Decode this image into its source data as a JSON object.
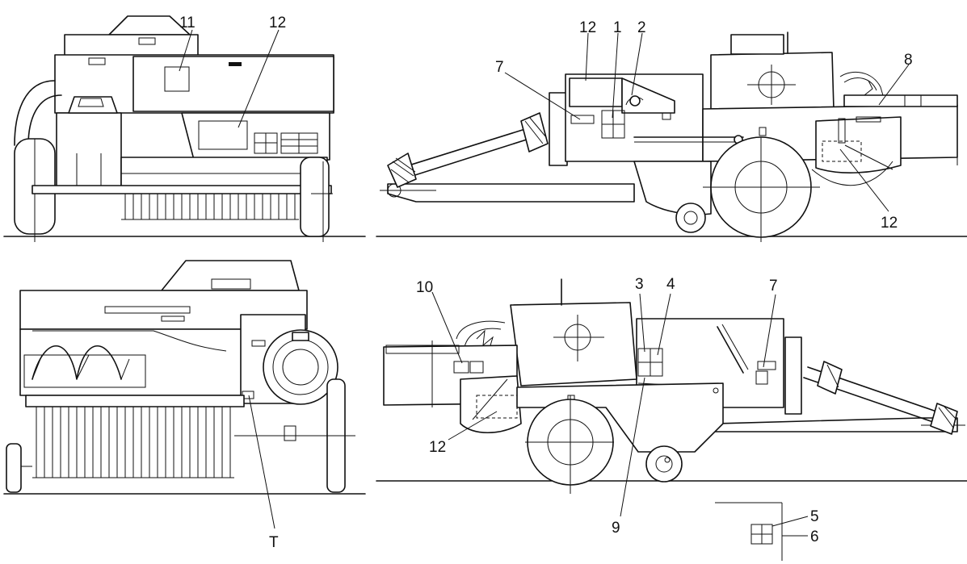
{
  "callouts": {
    "front_11": "11",
    "front_12": "12",
    "right_12_top": "12",
    "right_1": "1",
    "right_2": "2",
    "right_7": "7",
    "right_8": "8",
    "right_12_bottom": "12",
    "rear_T": "T",
    "left_10": "10",
    "left_3": "3",
    "left_4": "4",
    "left_7": "7",
    "left_12": "12",
    "left_9": "9",
    "inset_5": "5",
    "inset_6": "6"
  }
}
